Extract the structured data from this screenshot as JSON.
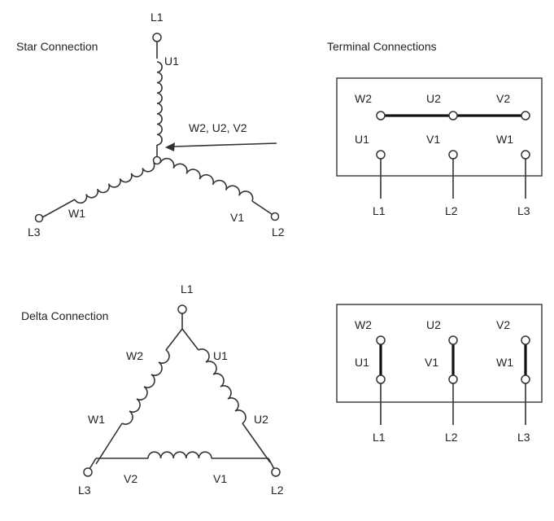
{
  "star": {
    "title": "Star Connection",
    "terminals": {
      "top": "L1",
      "left": "L3",
      "right": "L2"
    },
    "windings": {
      "top": "U1",
      "left": "W1",
      "right": "V1"
    },
    "center_note": "W2, U2, V2"
  },
  "delta": {
    "title": "Delta Connection",
    "terminals": {
      "top": "L1",
      "left": "L3",
      "right": "L2"
    },
    "windings": {
      "top_left": "W2",
      "top_right": "U1",
      "mid_left": "W1",
      "mid_right": "U2",
      "bottom_left": "V2",
      "bottom_right": "V1"
    }
  },
  "terminal_connections": {
    "title": "Terminal Connections",
    "star_box": {
      "top_labels": [
        "W2",
        "U2",
        "V2"
      ],
      "bottom_labels": [
        "U1",
        "V1",
        "W1"
      ],
      "lines": [
        "L1",
        "L2",
        "L3"
      ]
    },
    "delta_box": {
      "top_labels": [
        "W2",
        "U2",
        "V2"
      ],
      "bottom_labels": [
        "U1",
        "V1",
        "W1"
      ],
      "lines": [
        "L1",
        "L2",
        "L3"
      ]
    }
  }
}
